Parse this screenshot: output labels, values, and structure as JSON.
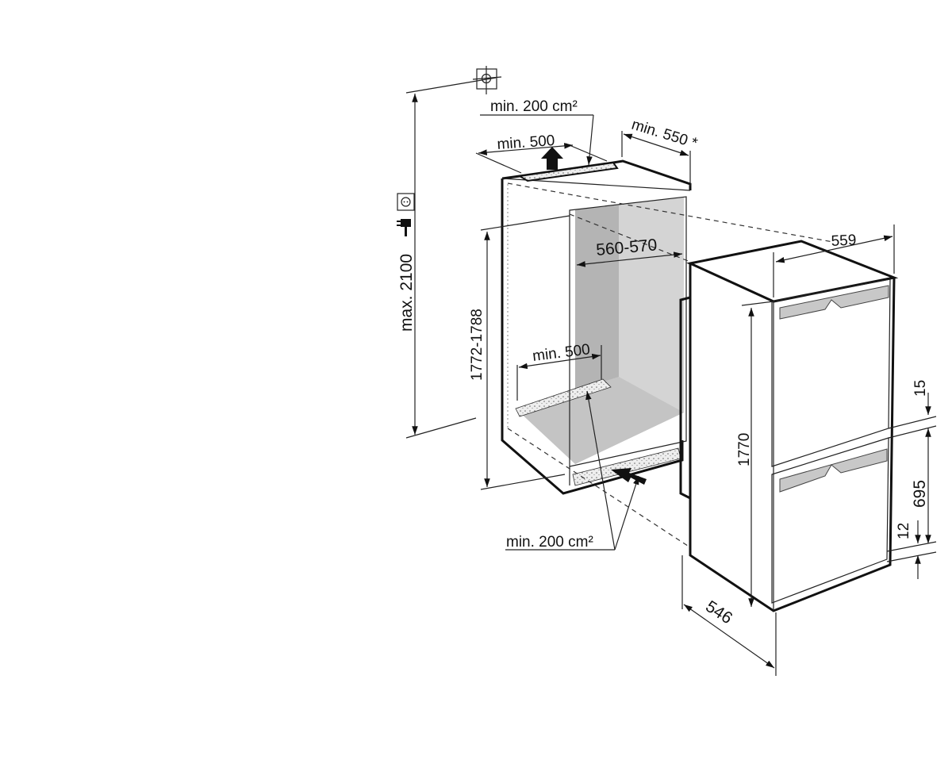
{
  "labels": {
    "top_vent_area": "min. 200 cm²",
    "top_vent_width": "min. 500",
    "niche_depth": "min. 550 *",
    "max_height": "max. 2100",
    "niche_height": "1772-1788",
    "niche_width": "560-570",
    "bottom_vent_width": "min. 500",
    "bottom_vent_area": "min. 200 cm²",
    "appliance_width": "559",
    "appliance_height": "1770",
    "gap_top": "15",
    "lower_door_height": "695",
    "gap_bottom": "12",
    "appliance_depth": "546"
  },
  "colors": {
    "line": "#111111",
    "interior_dark": "#b4b4b4",
    "interior_light": "#d4d4d4",
    "handle": "#c8c8c8"
  }
}
